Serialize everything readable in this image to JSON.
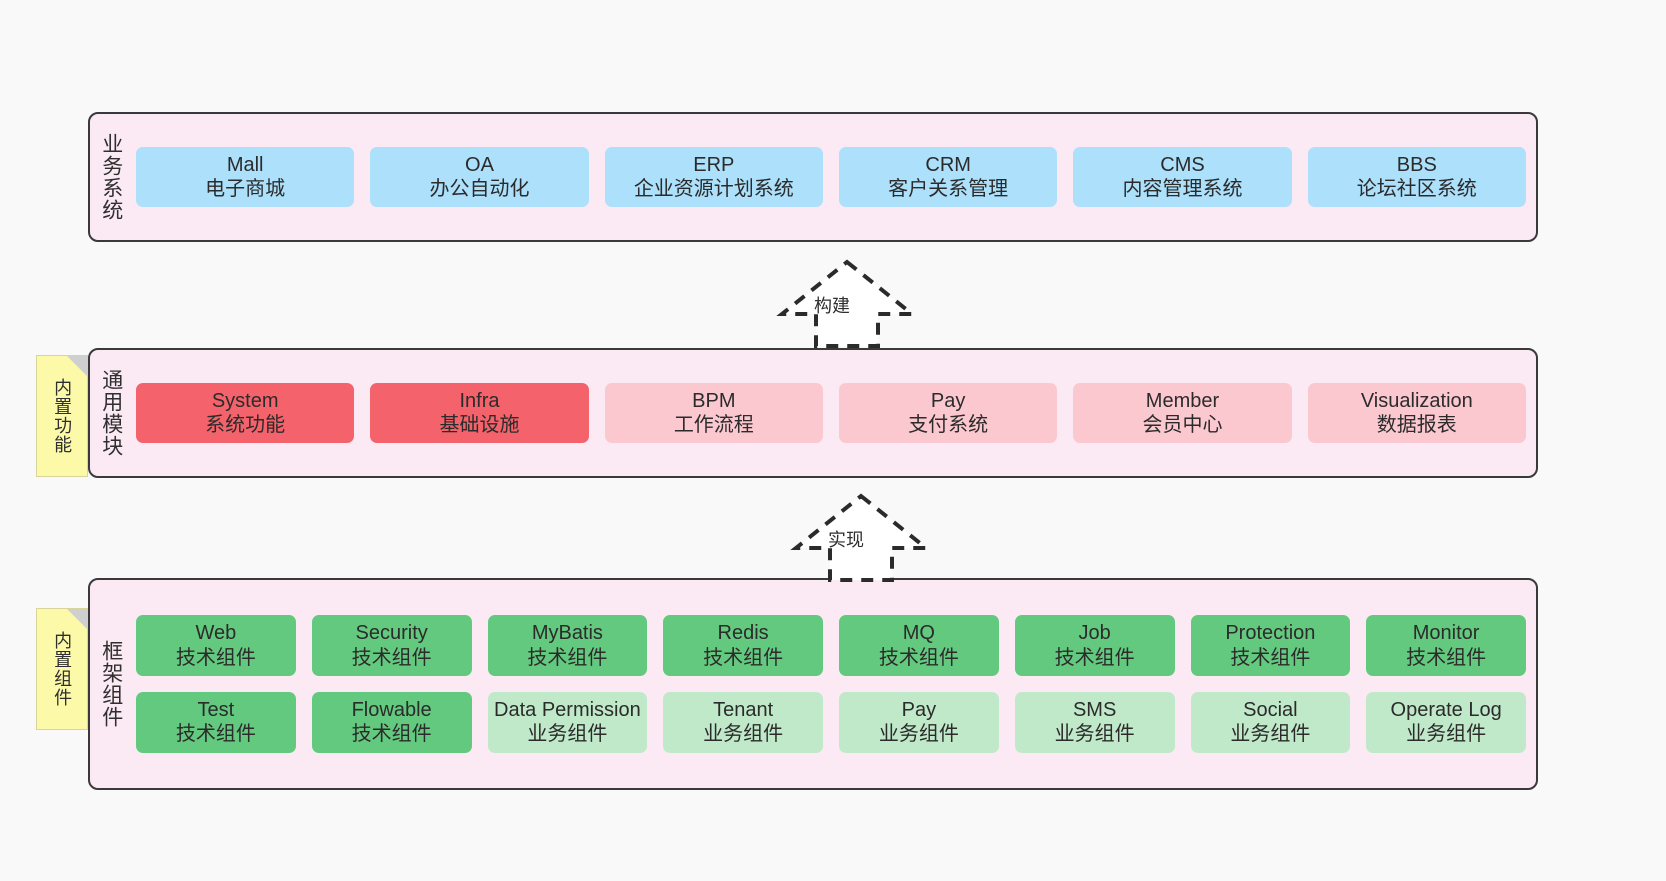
{
  "diagram": {
    "background": "#f9f9f9",
    "colors": {
      "layer_bg": "#fbeaf4",
      "layer_border": "#3a3a3a",
      "business_box": "#ace0fb",
      "module_active": "#f4636b",
      "module_planned": "#fbc8d0",
      "component_tech": "#63c97f",
      "component_business": "#c0e9c9",
      "note_bg": "#fcfaa8",
      "note_fold": "#cfcfcf"
    }
  },
  "layers": {
    "business": {
      "title": "业务系统",
      "items": [
        {
          "en": "Mall",
          "cn": "电子商城"
        },
        {
          "en": "OA",
          "cn": "办公自动化"
        },
        {
          "en": "ERP",
          "cn": "企业资源计划系统"
        },
        {
          "en": "CRM",
          "cn": "客户关系管理"
        },
        {
          "en": "CMS",
          "cn": "内容管理系统"
        },
        {
          "en": "BBS",
          "cn": "论坛社区系统"
        }
      ]
    },
    "modules": {
      "title": "通用模块",
      "note": "内置功能",
      "items": [
        {
          "en": "System",
          "cn": "系统功能",
          "style": "red"
        },
        {
          "en": "Infra",
          "cn": "基础设施",
          "style": "red"
        },
        {
          "en": "BPM",
          "cn": "工作流程",
          "style": "pink"
        },
        {
          "en": "Pay",
          "cn": "支付系统",
          "style": "pink"
        },
        {
          "en": "Member",
          "cn": "会员中心",
          "style": "pink"
        },
        {
          "en": "Visualization",
          "cn": "数据报表",
          "style": "pink"
        }
      ]
    },
    "framework": {
      "title": "框架组件",
      "note": "内置组件",
      "row1": [
        {
          "en": "Web",
          "cn": "技术组件",
          "style": "green"
        },
        {
          "en": "Security",
          "cn": "技术组件",
          "style": "green"
        },
        {
          "en": "MyBatis",
          "cn": "技术组件",
          "style": "green"
        },
        {
          "en": "Redis",
          "cn": "技术组件",
          "style": "green"
        },
        {
          "en": "MQ",
          "cn": "技术组件",
          "style": "green"
        },
        {
          "en": "Job",
          "cn": "技术组件",
          "style": "green"
        },
        {
          "en": "Protection",
          "cn": "技术组件",
          "style": "green"
        },
        {
          "en": "Monitor",
          "cn": "技术组件",
          "style": "green"
        }
      ],
      "row2": [
        {
          "en": "Test",
          "cn": "技术组件",
          "style": "green"
        },
        {
          "en": "Flowable",
          "cn": "技术组件",
          "style": "green"
        },
        {
          "en": "Data Permission",
          "cn": "业务组件",
          "style": "mint"
        },
        {
          "en": "Tenant",
          "cn": "业务组件",
          "style": "mint"
        },
        {
          "en": "Pay",
          "cn": "业务组件",
          "style": "mint"
        },
        {
          "en": "SMS",
          "cn": "业务组件",
          "style": "mint"
        },
        {
          "en": "Social",
          "cn": "业务组件",
          "style": "mint"
        },
        {
          "en": "Operate Log",
          "cn": "业务组件",
          "style": "mint"
        }
      ]
    }
  },
  "arrows": [
    {
      "label": "构建",
      "from": "通用模块",
      "to": "业务系统"
    },
    {
      "label": "实现",
      "from": "框架组件",
      "to": "通用模块"
    }
  ]
}
